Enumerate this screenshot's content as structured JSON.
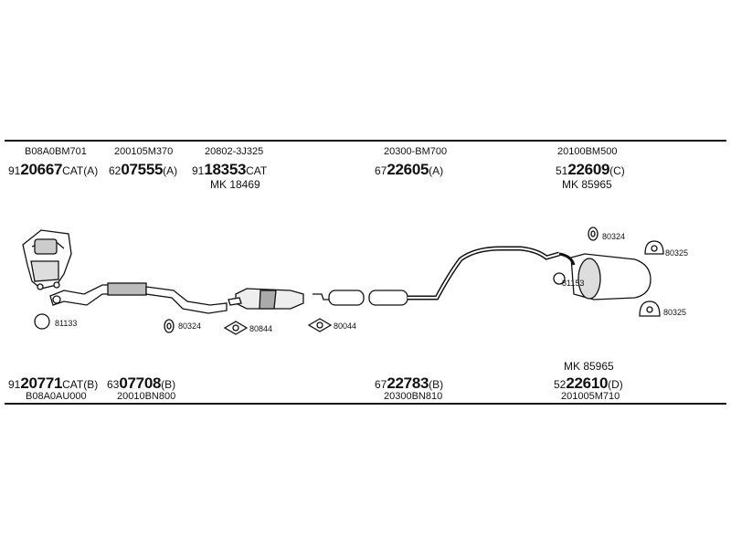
{
  "top": {
    "codes": [
      "B08A0BM701",
      "200105M370",
      "20802-3J325",
      "20300-BM700",
      "20100BM500"
    ],
    "parts": [
      {
        "pre": "91",
        "num": "20667",
        "suf": "CAT(A)"
      },
      {
        "pre": "62",
        "num": "07555",
        "suf": "(A)"
      },
      {
        "pre": "91",
        "num": "18353",
        "suf": "CAT"
      },
      {
        "pre": "67",
        "num": "22605",
        "suf": "(A)"
      },
      {
        "pre": "51",
        "num": "22609",
        "suf": "(C)"
      }
    ],
    "mk": [
      "MK 18469",
      "MK 85965"
    ]
  },
  "bottom": {
    "parts": [
      {
        "pre": "91",
        "num": "20771",
        "suf": "CAT(B)"
      },
      {
        "pre": "63",
        "num": "07708",
        "suf": "(B)"
      },
      {
        "pre": "67",
        "num": "22783",
        "suf": "(B)"
      },
      {
        "pre": "52",
        "num": "22610",
        "suf": "(D)"
      }
    ],
    "codes": [
      "B08A0AU000",
      "20010BN800",
      "20300BN810",
      "201005M710"
    ],
    "mk": "MK 85965"
  },
  "hardware": [
    "81133",
    "80324",
    "80844",
    "80044",
    "80324",
    "80325",
    "81153",
    "80325"
  ]
}
